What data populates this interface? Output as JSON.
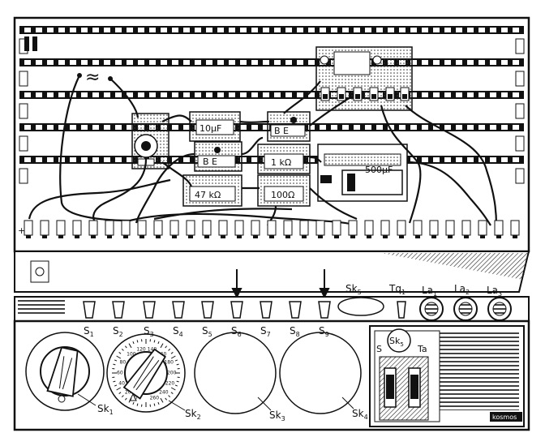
{
  "symbols": {
    "ac": "≈",
    "plus": "+"
  },
  "modules": {
    "cap_10uF": "10µF",
    "trans_top": "B E",
    "trans_mid": "B E",
    "res_1k": "1 kΩ",
    "res_47k": "47 kΩ",
    "res_100": "100Ω",
    "battery": "500µF"
  },
  "switch_labels": [
    "S",
    "S",
    "S",
    "S",
    "S",
    "S",
    "S",
    "S",
    "S"
  ],
  "switch_subs": [
    "1",
    "2",
    "3",
    "4",
    "5",
    "6",
    "7",
    "8",
    "9"
  ],
  "socket_labels": {
    "sk5_main": "Sk",
    "sk5_sub": "5",
    "tq1_main": "Tq",
    "tq1_sub": "1",
    "la1_main": "La",
    "la1_sub": "1",
    "la2_main": "La",
    "la2_sub": "2",
    "la3_main": "La",
    "la3_sub": "3"
  },
  "dial_labels": {
    "sk1_main": "Sk",
    "sk1_sub": "1",
    "sk2_main": "Sk",
    "sk2_sub": "2",
    "sk3_main": "Sk",
    "sk3_sub": "3",
    "sk4_main": "Sk",
    "sk4_sub": "4"
  },
  "scale_numbers": [
    "0",
    "20",
    "40",
    "60",
    "80",
    "100",
    "120",
    "140",
    "160",
    "180",
    "200",
    "220",
    "240",
    "260"
  ],
  "panel": {
    "s_label": "S",
    "ta_label": "Ta",
    "sk5_main": "Sk",
    "sk5_sub": "5",
    "brand": "kosmos"
  }
}
